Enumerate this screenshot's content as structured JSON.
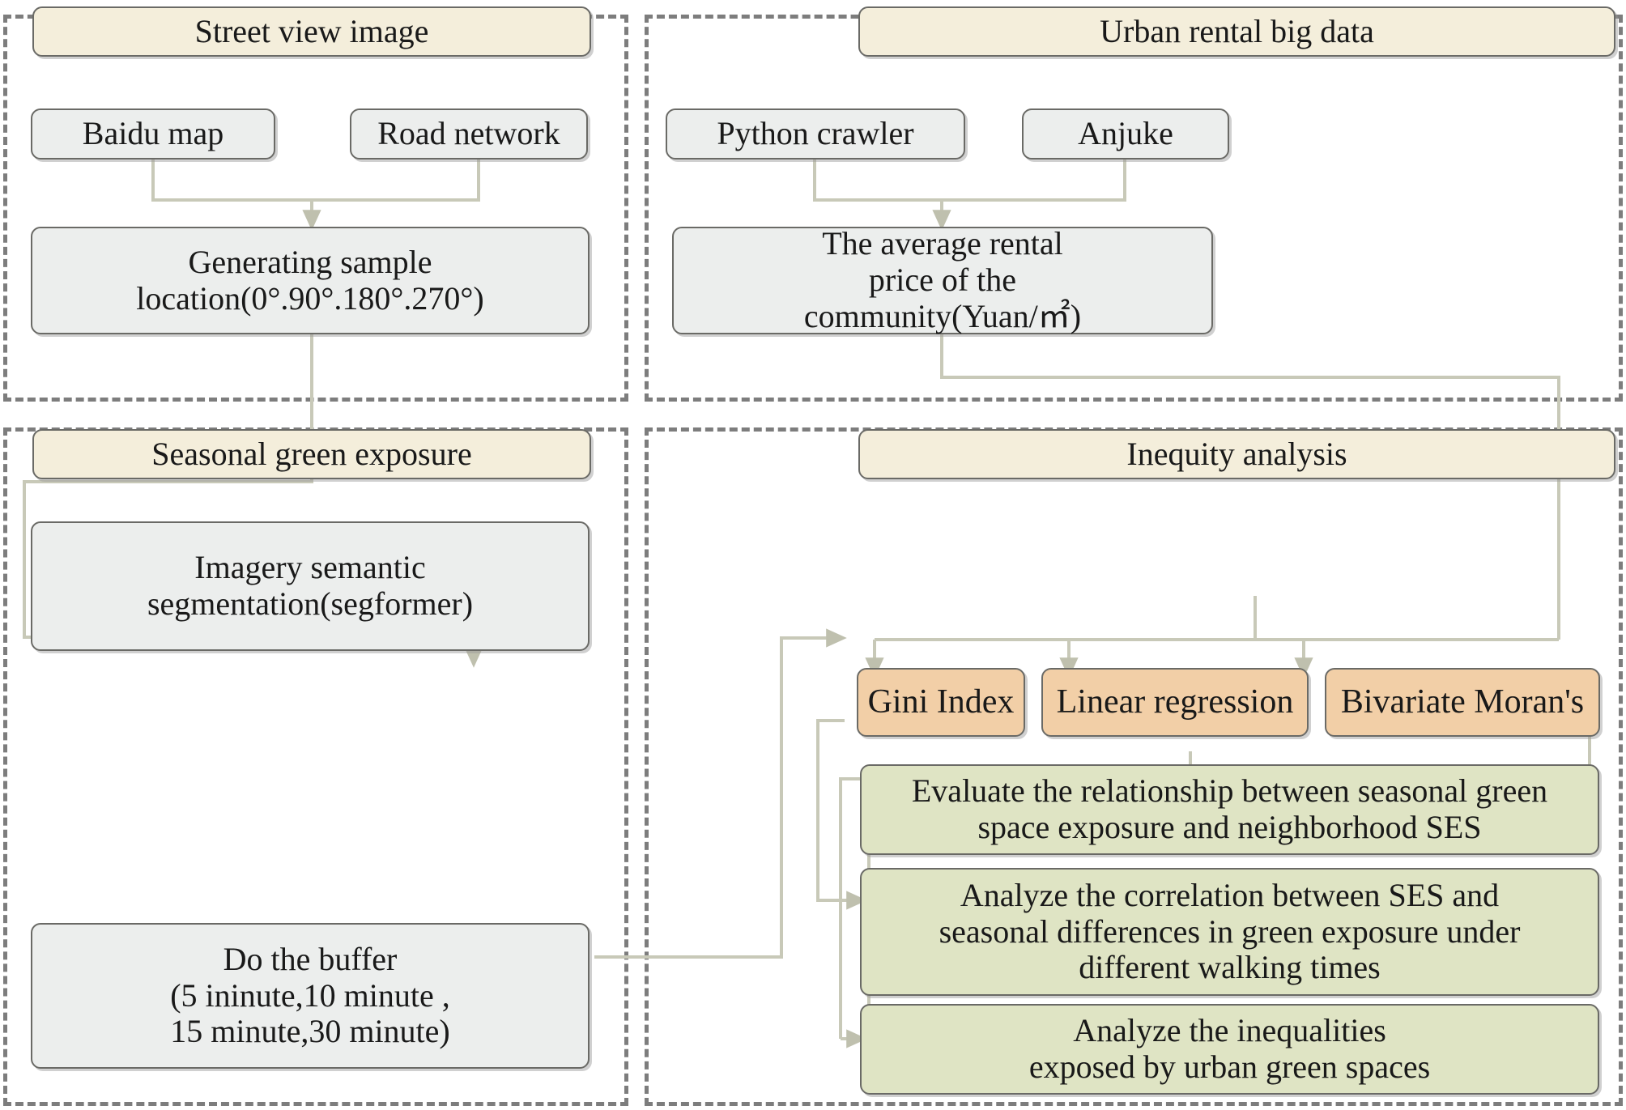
{
  "diagram": {
    "title": "Research framework flowchart",
    "colors": {
      "header_fill": "#f4eedb",
      "process_fill": "#eceeed",
      "method_fill": "#f2cfa7",
      "outcome_fill": "#dfe4c4",
      "border": "#6a6a66",
      "group_border": "#7d7d7d",
      "connector": "#c8c9b8"
    }
  },
  "groups": [
    {
      "id": "street-view",
      "label": "Street view  image"
    },
    {
      "id": "urban-rental",
      "label": "Urban rental big data"
    },
    {
      "id": "seasonal-green",
      "label": "Seasonal green exposure"
    },
    {
      "id": "inequity",
      "label": "Inequity analysis"
    }
  ],
  "nodes": {
    "street_view_header": "Street view  image",
    "baidu_map": "Baidu map",
    "road_network": "Road network",
    "generating_sample": "Generating sample\nlocation(0°.90°.180°.270°)",
    "urban_rental_header": "Urban rental big data",
    "python_crawler": "Python crawler",
    "anjuke": "Anjuke",
    "average_rental_price": "The average rental\nprice of the\ncommunity(Yuan/㎡)",
    "seasonal_green_header": "Seasonal green exposure",
    "imagery_segmentation": "Imagery semantic\nsegmentation(segformer)",
    "do_the_buffer": "Do the buffer\n(5 ininute,10 minute ,\n15 minute,30 minute)",
    "inequity_header": "Inequity analysis",
    "gini_index": "Gini Index",
    "linear_regression": "Linear regression",
    "bivariate_moran": "Bivariate Moran's",
    "outcome_evaluate": "Evaluate the relationship between seasonal green\nspace exposure and neighborhood SES",
    "outcome_correlation": "Analyze the correlation between SES and\nseasonal differences in green exposure under\ndifferent walking times",
    "outcome_inequalities": "Analyze the inequalities\nexposed by urban green spaces"
  }
}
